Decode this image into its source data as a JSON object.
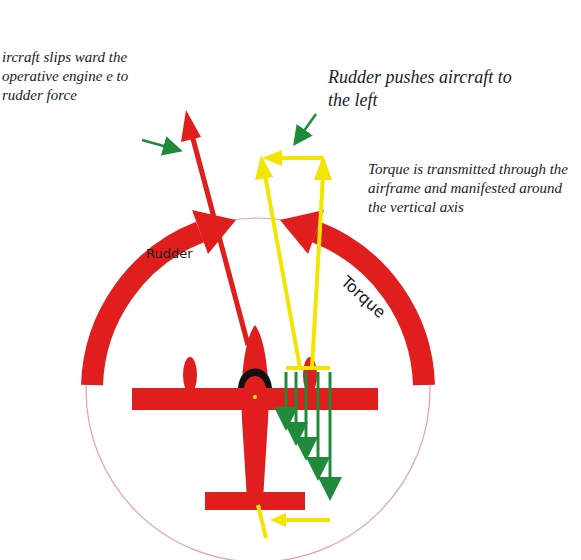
{
  "diagram": {
    "labels": [
      "ircraft slips ward the operative engine e to rudder force",
      "Rudder pushes aircraft to the left",
      "Torque is transmitted through the airframe and manifested around the vertical axis",
      "Rudder",
      "Torque"
    ]
  }
}
